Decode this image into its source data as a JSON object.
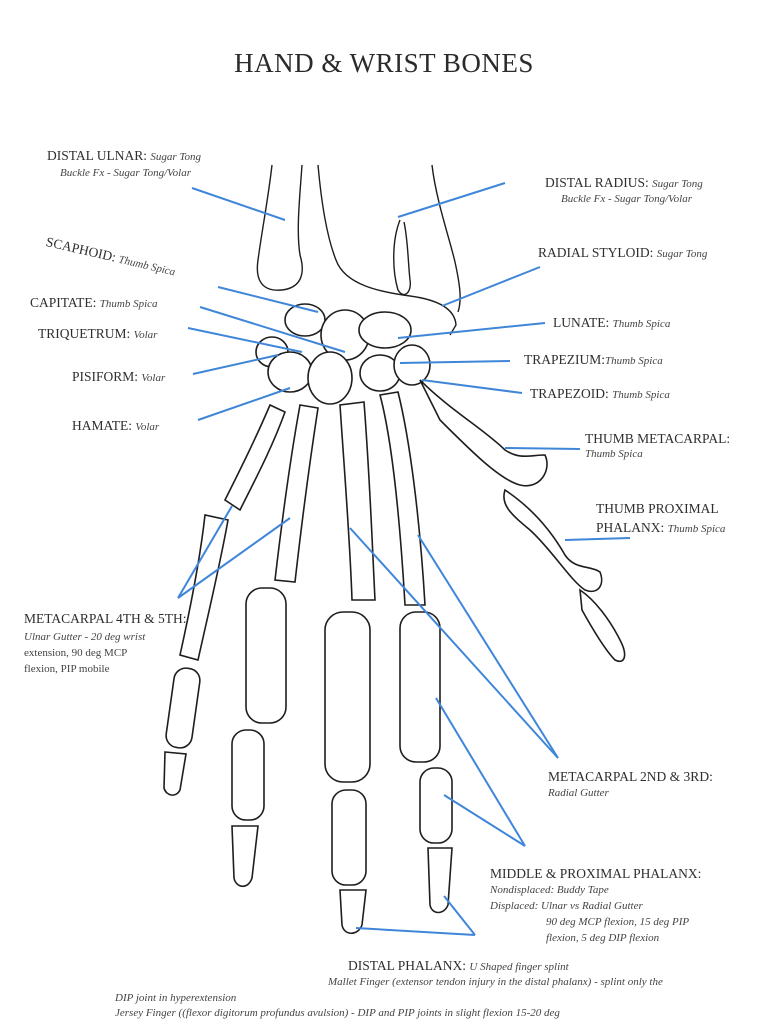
{
  "title": "HAND & WRIST BONES",
  "pointer_color": "#3f86d9",
  "labels": {
    "distal_ulnar": {
      "name": "DISTAL ULNAR:",
      "splint": "Sugar Tong",
      "note": "Buckle Fx - Sugar Tong/Volar"
    },
    "scaphoid": {
      "name": "SCAPHOID:",
      "splint": "Thumb Spica"
    },
    "capitate": {
      "name": "CAPITATE:",
      "splint": "Thumb Spica"
    },
    "triquetrum": {
      "name": "TRIQUETRUM:",
      "splint": "Volar"
    },
    "pisiform": {
      "name": "PISIFORM:",
      "splint": "Volar"
    },
    "hamate": {
      "name": "HAMATE:",
      "splint": "Volar"
    },
    "distal_radius": {
      "name": "DISTAL RADIUS:",
      "splint": "Sugar Tong",
      "note": "Buckle Fx - Sugar Tong/Volar"
    },
    "radial_styloid": {
      "name": "RADIAL STYLOID:",
      "splint": "Sugar Tong"
    },
    "lunate": {
      "name": "LUNATE:",
      "splint": "Thumb Spica"
    },
    "trapezium": {
      "name": "TRAPEZIUM:",
      "splint": "Thumb  Spica"
    },
    "trapezoid": {
      "name": "TRAPEZOID:",
      "splint": "Thumb Spica"
    },
    "thumb_metacarpal": {
      "name": "THUMB METACARPAL:",
      "splint": "Thumb Spica"
    },
    "thumb_proximal_phalanx": {
      "name_line1": "THUMB PROXIMAL",
      "name_line2": "PHALANX:",
      "splint": "Thumb Spica"
    },
    "metacarpal_4_5": {
      "name": "METACARPAL 4TH & 5TH:",
      "note_line1": "Ulnar Gutter - 20 deg wrist",
      "note_line2": "extension, 90 deg MCP",
      "note_line3": "flexion, PIP mobile"
    },
    "metacarpal_2_3": {
      "name": "METACARPAL 2ND & 3RD:",
      "note": "Radial Gutter"
    },
    "middle_proximal_phalanx": {
      "name": "MIDDLE & PROXIMAL PHALANX:",
      "note_line1": "Nondisplaced: Buddy Tape",
      "note_line2": "Displaced: Ulnar vs Radial Gutter",
      "note_line3": "90 deg MCP flexion, 15 deg PIP",
      "note_line4": "flexion, 5 deg DIP flexion"
    },
    "distal_phalanx": {
      "name": "DISTAL PHALANX:",
      "splint": "U Shaped finger splint",
      "note_line1": "Mallet Finger (extensor tendon injury in the distal phalanx) - splint only the",
      "note_line2": "DIP joint in hyperextension",
      "note_line3": "Jersey Finger ((flexor digitorum profundus avulsion) - DIP and PIP joints in slight flexion 15-20 deg"
    }
  }
}
